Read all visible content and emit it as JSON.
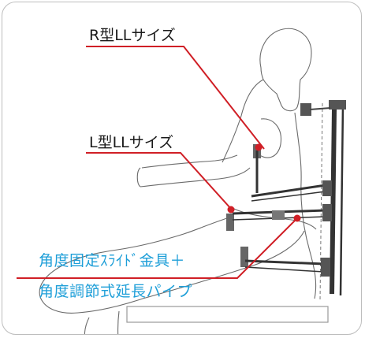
{
  "labels": {
    "r_type": "R型LLサイズ",
    "l_type": "L型LLサイズ",
    "slide_line1": "角度固定ｽﾗｲﾄﾞ金具＋",
    "slide_line2": "角度調節式延長パイプ"
  },
  "colors": {
    "leader": "#d01f26",
    "accent_text": "#1f9fd8",
    "outline": "#6b6b6b",
    "border": "#bdbdbd"
  }
}
